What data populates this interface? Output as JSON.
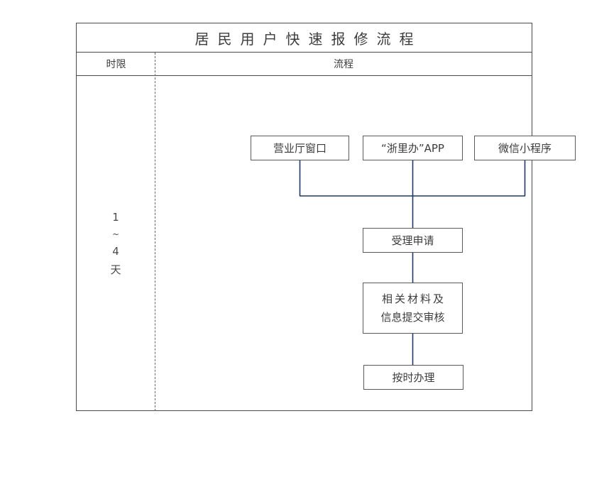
{
  "document": {
    "title": "居民用户快速报修流程"
  },
  "table": {
    "headers": {
      "limit": "时限",
      "flow": "流程"
    }
  },
  "time_limit": {
    "from": "1",
    "separator": "~",
    "to": "4",
    "unit": "天"
  },
  "flow": {
    "channels": [
      {
        "id": "hall",
        "label": "营业厅窗口"
      },
      {
        "id": "app",
        "label": "“浙里办”APP"
      },
      {
        "id": "miniapp",
        "label": "微信小程序"
      }
    ],
    "steps": [
      {
        "id": "accept",
        "label": "受理申请"
      },
      {
        "id": "review",
        "label_line1": "相关材料及",
        "label_line2": "信息提交审核"
      },
      {
        "id": "process",
        "label": "按时办理"
      }
    ]
  },
  "colors": {
    "connector": "#1F3864",
    "border": "#4a4a4a",
    "node_border": "#5a5a5a",
    "text": "#3c3c3c",
    "divider": "#6b6b6b",
    "background": "#ffffff"
  }
}
